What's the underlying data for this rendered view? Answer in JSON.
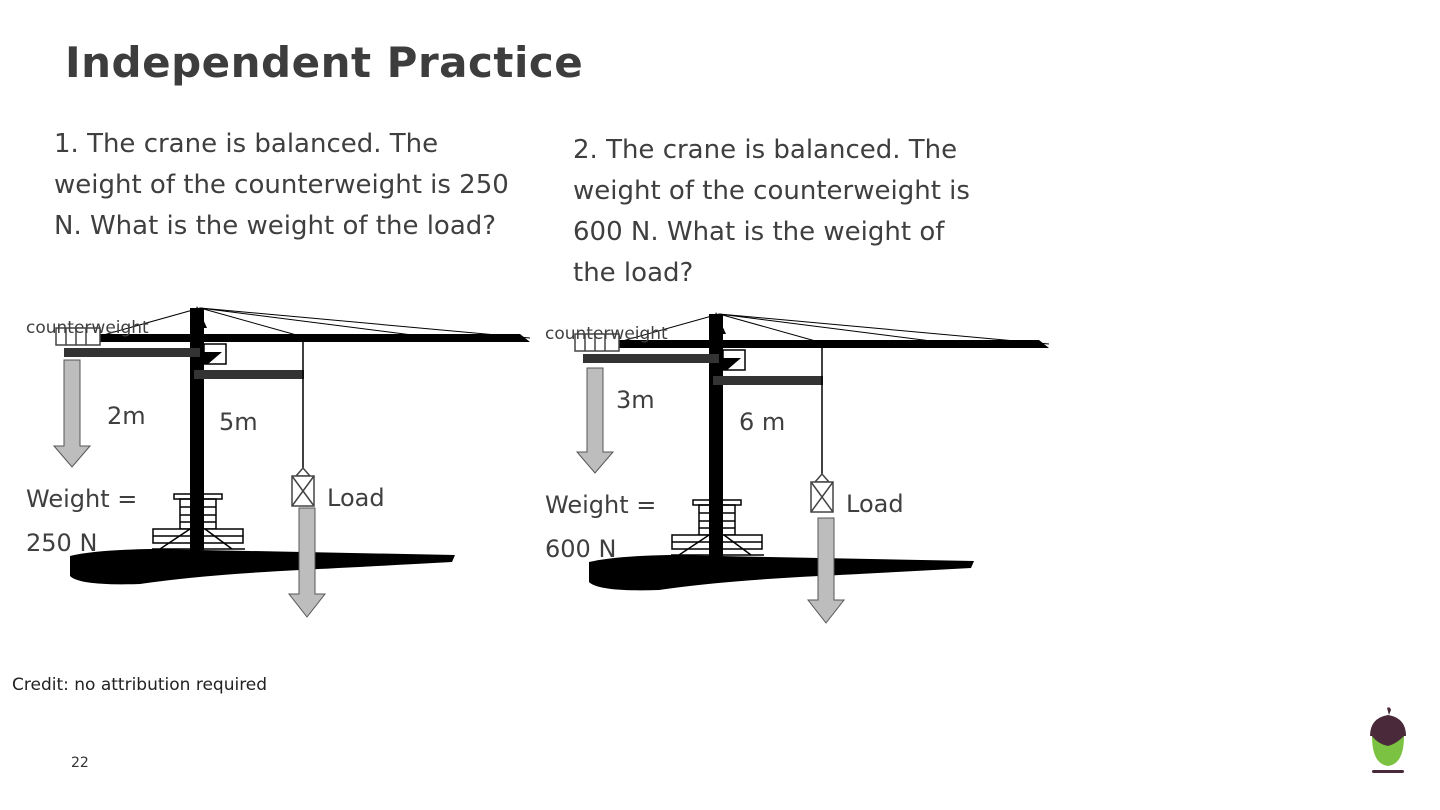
{
  "slide": {
    "title": "Independent Practice",
    "credit": "Credit: no attribution required",
    "page_number": "22"
  },
  "questions": [
    {
      "text": "1. The crane is balanced. The weight of the counterweight is 250 N. What is the weight of the load?",
      "counterweight_label": "counterweight",
      "left_distance": "2m",
      "right_distance": "5m",
      "weight_line1": "Weight =",
      "weight_line2": "250 N",
      "load_label": "Load"
    },
    {
      "text": "2. The crane is balanced. The weight of the counterweight is 600 N. What is the weight of the load?",
      "counterweight_label": "counterweight",
      "left_distance": "3m",
      "right_distance": "6 m",
      "weight_line1": "Weight =",
      "weight_line2": "600 N",
      "load_label": "Load"
    }
  ],
  "colors": {
    "crane": "#000000",
    "arrow_fill": "#bdbdbd",
    "acorn_cap": "#4a2a3a",
    "acorn_body": "#7cc242"
  },
  "icons": {
    "logo": "acorn-logo-icon"
  }
}
